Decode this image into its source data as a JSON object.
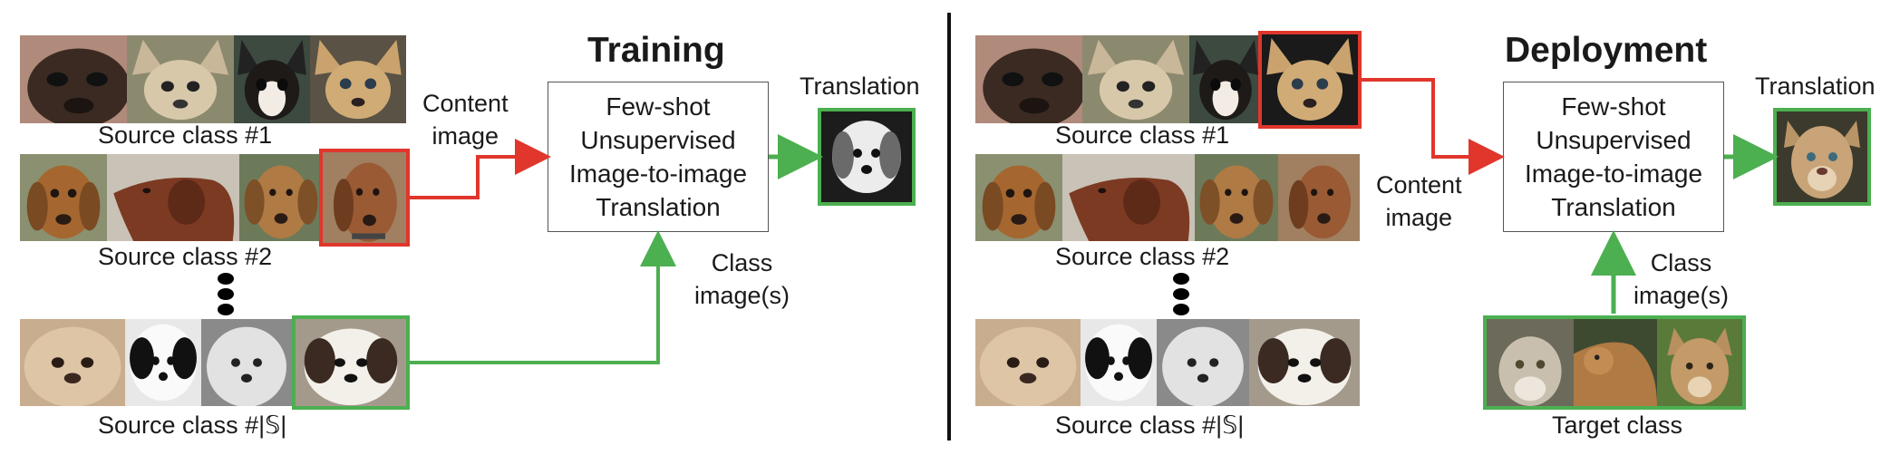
{
  "colors": {
    "content_arrow": "#e0362c",
    "class_arrow": "#4caf50",
    "box_border": "#555555",
    "divider": "#111111"
  },
  "training": {
    "title": "Training",
    "source_class_1": "Source class #1",
    "source_class_2": "Source class #2",
    "source_class_n": "Source class #|𝕊|",
    "content_image_line1": "Content",
    "content_image_line2": "image",
    "class_images_line1": "Class",
    "class_images_line2": "image(s)",
    "translation": "Translation",
    "box_lines": [
      "Few-shot",
      "Unsupervised",
      "Image-to-image",
      "Translation"
    ]
  },
  "deployment": {
    "title": "Deployment",
    "source_class_1": "Source class #1",
    "source_class_2": "Source class #2",
    "source_class_n": "Source class #|𝕊|",
    "content_image_line1": "Content",
    "content_image_line2": "image",
    "class_images_line1": "Class",
    "class_images_line2": "image(s)",
    "translation": "Translation",
    "target_class": "Target class",
    "box_lines": [
      "Few-shot",
      "Unsupervised",
      "Image-to-image",
      "Translation"
    ]
  }
}
